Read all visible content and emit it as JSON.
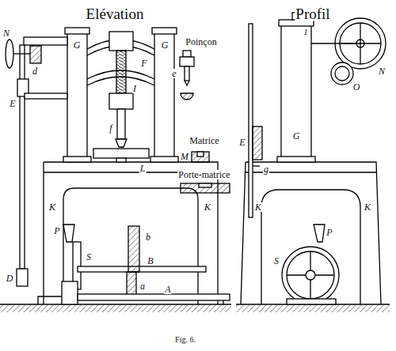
{
  "diagram": {
    "caption": "Fig. 6.",
    "labels": [
      "Elévation",
      "Profil",
      "N",
      "d",
      "E",
      "G",
      "G",
      "F",
      "I",
      "f",
      "L",
      "K",
      "K",
      "P",
      "S",
      "b",
      "B",
      "D",
      "a",
      "A",
      "Poinçon",
      "e",
      "Matrice",
      "M",
      "Porte-matrice",
      "1",
      "N",
      "O",
      "G",
      "E",
      "g",
      "K",
      "K",
      "P",
      "S"
    ]
  }
}
